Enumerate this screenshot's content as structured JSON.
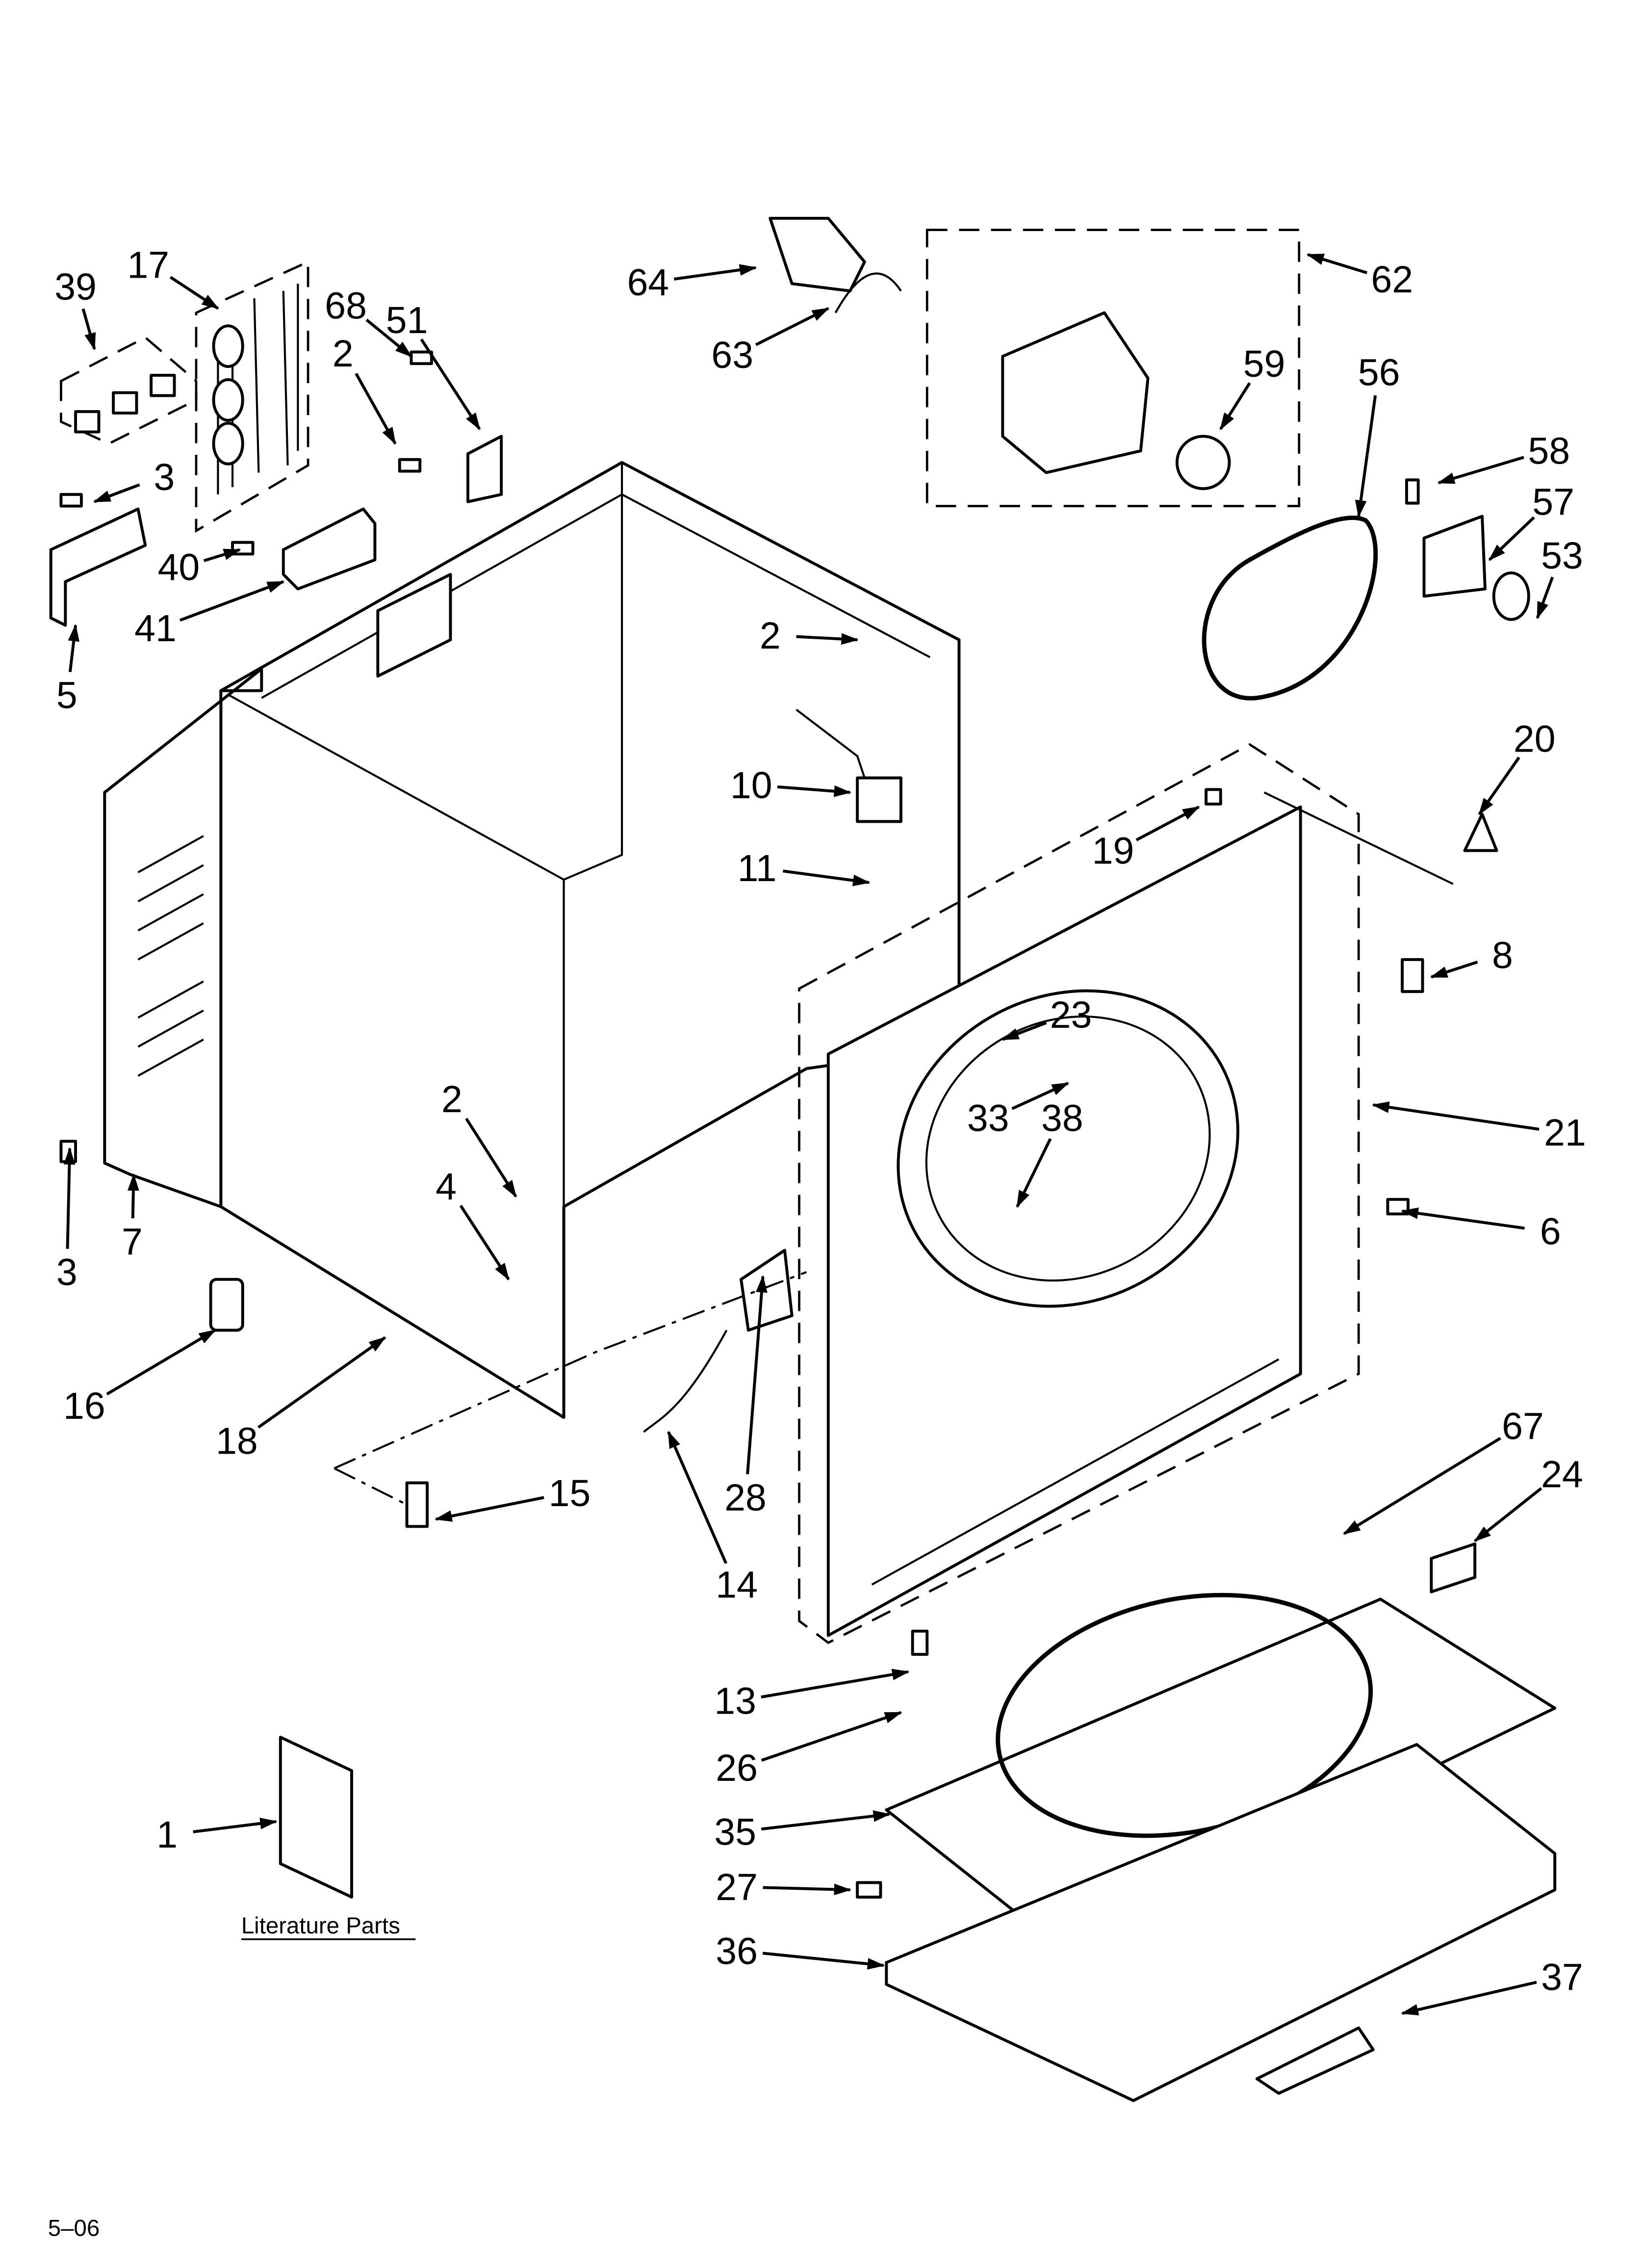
{
  "diagram": {
    "callouts": [
      "39",
      "17",
      "68",
      "51",
      "2",
      "3",
      "40",
      "41",
      "5",
      "64",
      "63",
      "62",
      "59",
      "56",
      "58",
      "57",
      "53",
      "2",
      "10",
      "11",
      "20",
      "19",
      "8",
      "23",
      "33",
      "38",
      "21",
      "2",
      "4",
      "6",
      "3",
      "7",
      "16",
      "18",
      "15",
      "28",
      "14",
      "67",
      "24",
      "13",
      "26",
      "35",
      "27",
      "36",
      "37",
      "1"
    ],
    "literature_caption": "Literature Parts",
    "page_code": "5–06"
  },
  "colors": {
    "ink": "#000000",
    "paper": "#ffffff"
  }
}
